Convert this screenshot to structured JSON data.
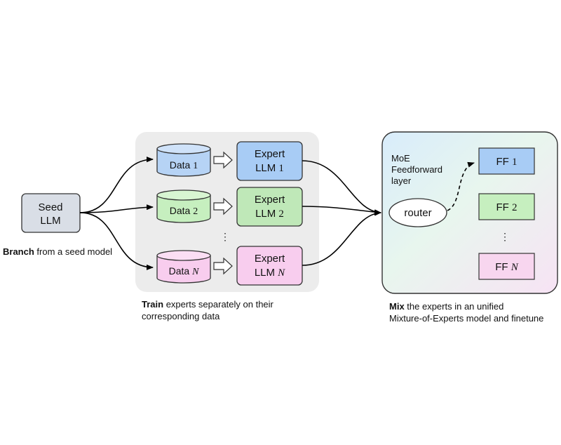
{
  "seed": {
    "line1": "Seed",
    "line2": "LLM"
  },
  "branch_caption": {
    "bold": "Branch",
    "rest": " from a seed model"
  },
  "train_caption": {
    "bold": "Train",
    "rest": " experts separately on their",
    "line2": "corresponding data"
  },
  "mix_caption": {
    "bold": "Mix",
    "rest": " the experts in an unified",
    "line2": "Mixture-of-Experts model and finetune"
  },
  "data": [
    {
      "prefix": "Data ",
      "index": "1",
      "color": "#b6d3f5"
    },
    {
      "prefix": "Data ",
      "index": "2",
      "color": "#c6efbf"
    },
    {
      "prefix": "Data ",
      "index": "N",
      "color": "#f8cdee"
    }
  ],
  "experts": [
    {
      "line1": "Expert",
      "prefix": "LLM ",
      "index": "1",
      "color": "#a8ccf5"
    },
    {
      "line1": "Expert",
      "prefix": "LLM ",
      "index": "2",
      "color": "#bfe8b8"
    },
    {
      "line1": "Expert",
      "prefix": "LLM ",
      "index": "N",
      "color": "#f8cdee"
    }
  ],
  "moe": {
    "line1": "MoE",
    "line2": "Feedforward",
    "line3": "layer"
  },
  "router": "router",
  "ff": [
    {
      "prefix": "FF ",
      "index": "1",
      "color": "#a8ccf5"
    },
    {
      "prefix": "FF ",
      "index": "2",
      "color": "#c6efbf"
    },
    {
      "prefix": "FF ",
      "index": "N",
      "color": "#f8d6ef"
    }
  ],
  "ellipsis": "⋮"
}
